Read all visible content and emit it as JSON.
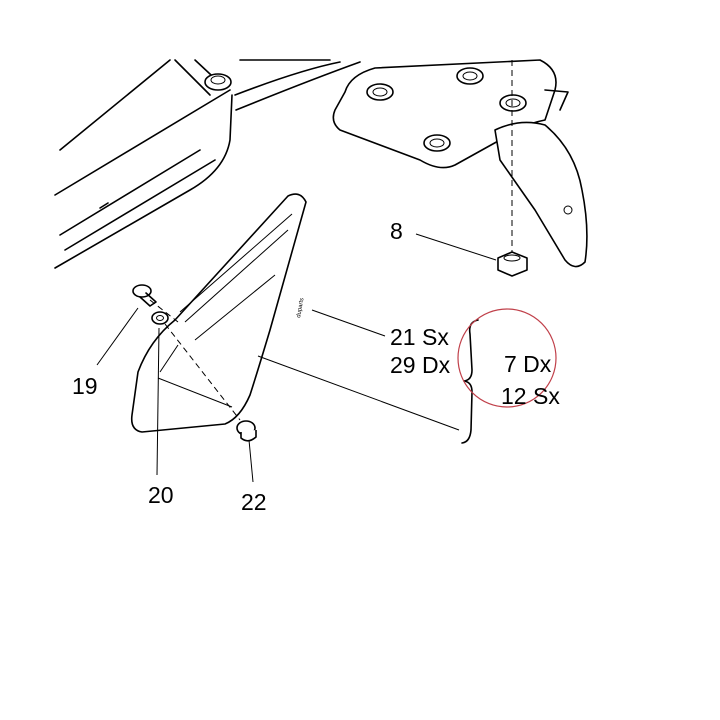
{
  "callouts": {
    "c8": "8",
    "c19": "19",
    "c20": "20",
    "c22": "22",
    "c21": "21 Sx",
    "c29": "29 Dx",
    "c7": "7 Dx",
    "c12": "12 Sx"
  },
  "watermark": "duparts",
  "colors": {
    "line": "#000000",
    "highlight_circle": "#c0404a"
  }
}
